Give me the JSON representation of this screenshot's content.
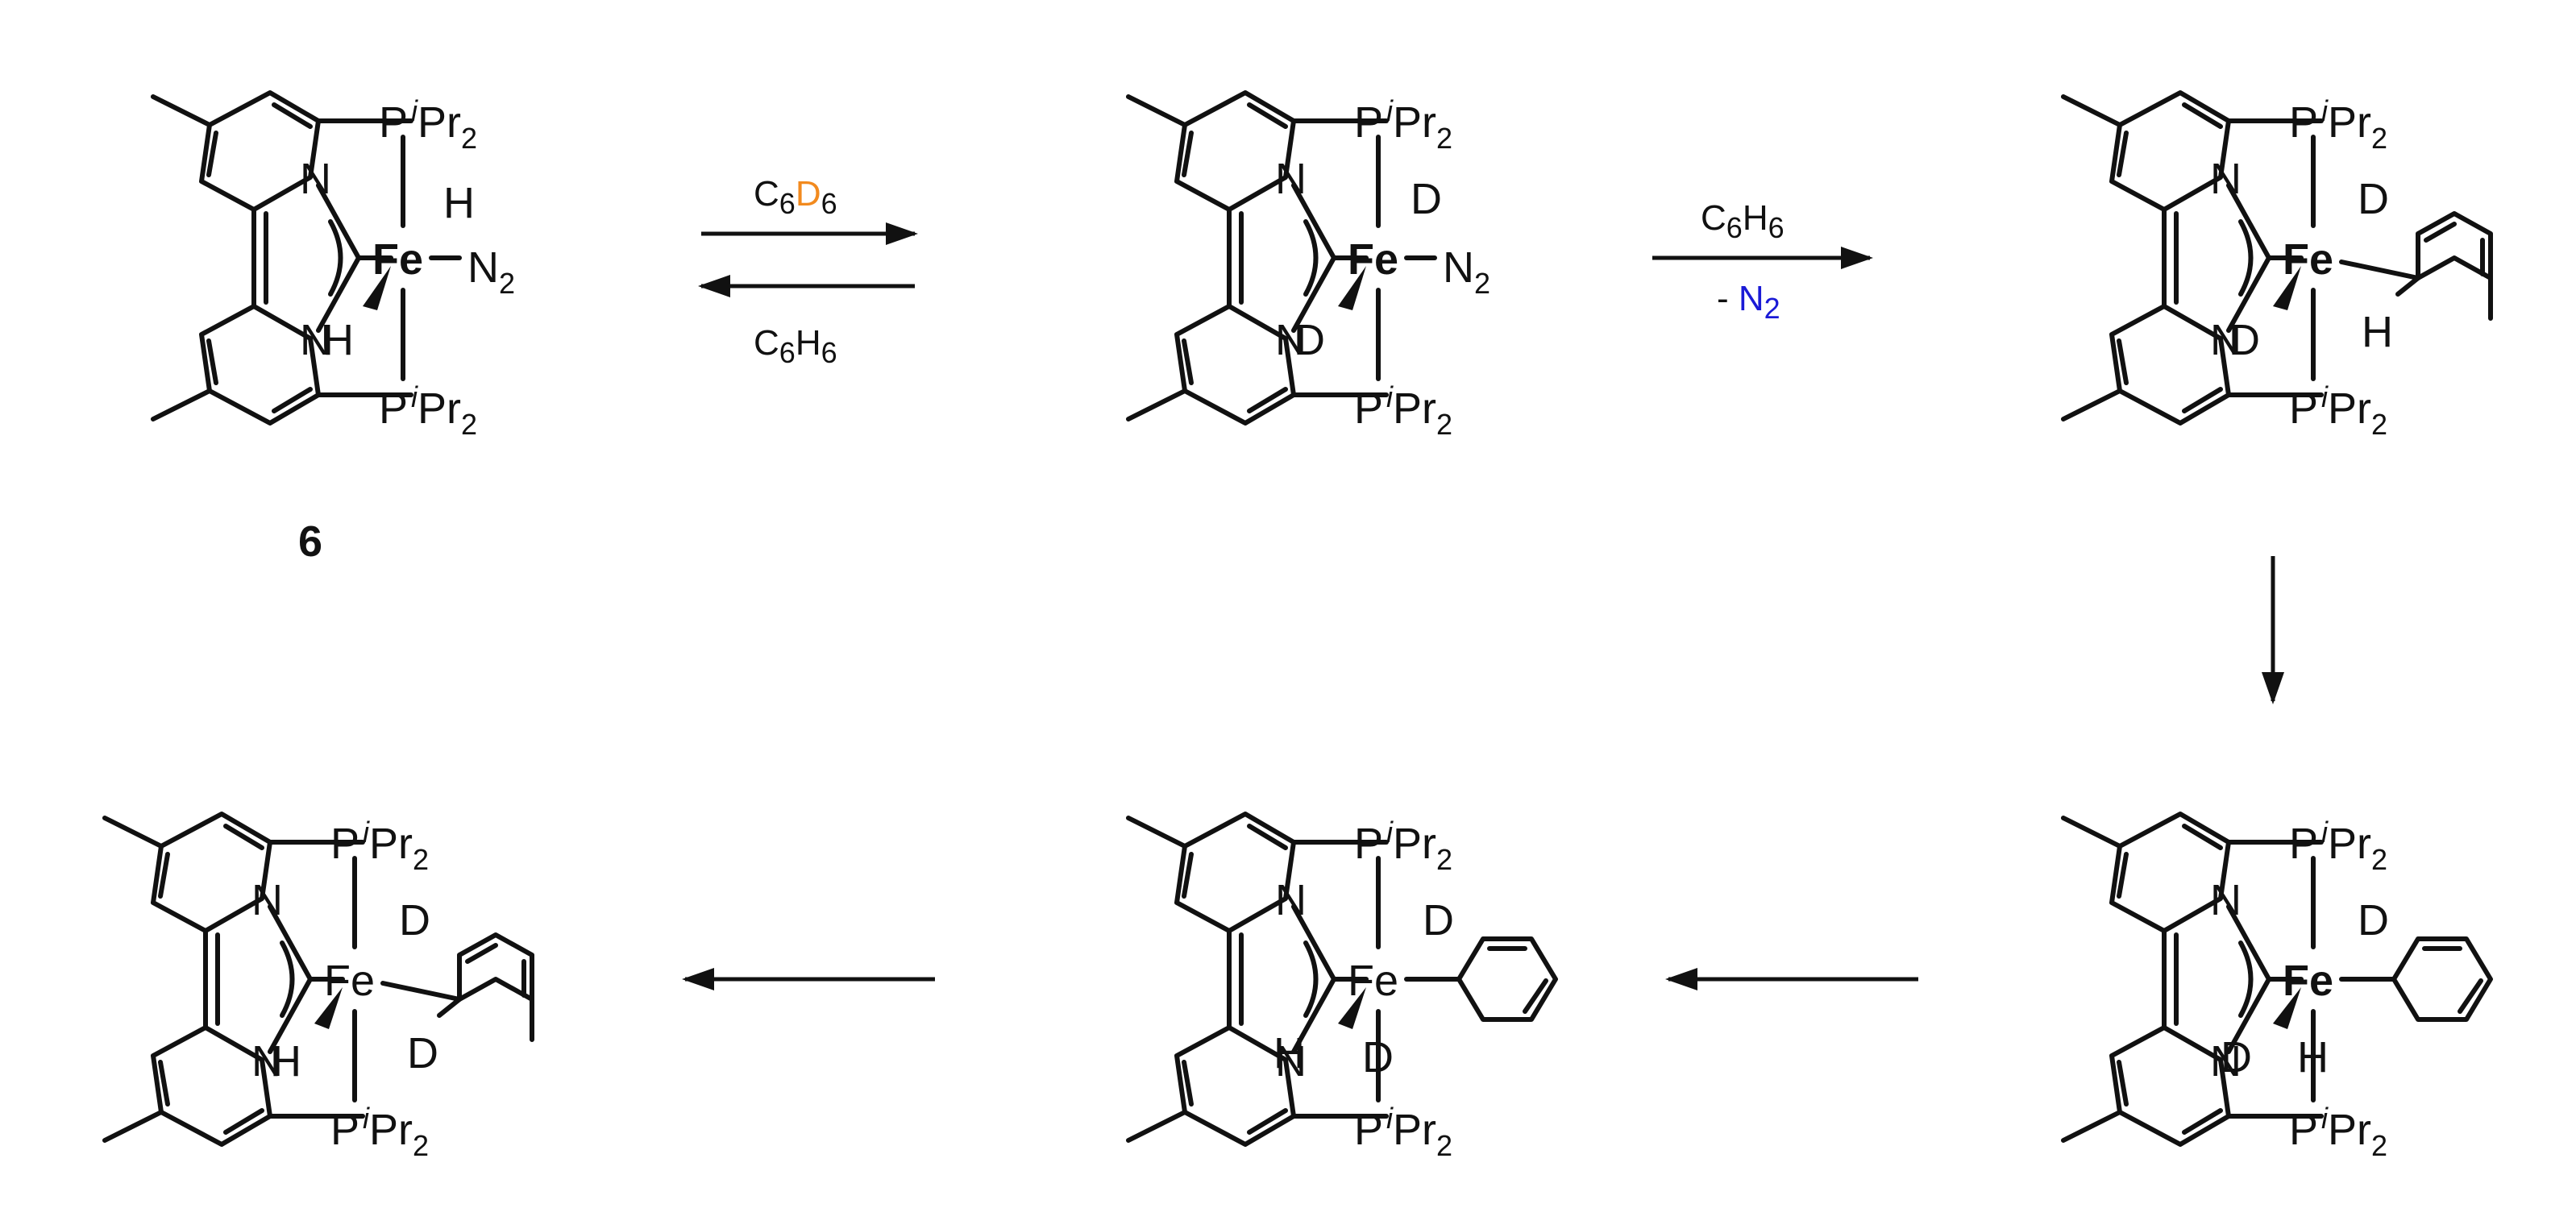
{
  "colors": {
    "phosphorus": "#ee1ee8",
    "nitrogen": "#1a1ad6",
    "deuterium": "#f28a1e",
    "bond": "#111111"
  },
  "atoms": {
    "P": "P",
    "iPr_sup": "i",
    "iPr_rest": "Pr",
    "iPr_sub": "2",
    "N": "N",
    "Fe": "Fe",
    "H": "H",
    "D": "D",
    "N2_main": "N",
    "N2_sub": "2"
  },
  "compound_label": "6",
  "arrows": {
    "forward_reagent": {
      "c1": "C",
      "s1": "6",
      "c2": "D",
      "s2": "6"
    },
    "reverse_reagent": {
      "c1": "C",
      "s1": "6",
      "c2": "H",
      "s2": "6"
    },
    "step2_reagent": {
      "c1": "C",
      "s1": "6",
      "c2": "H",
      "s2": "6"
    },
    "step2_loss": {
      "prefix": "- ",
      "main": "N",
      "sub": "2"
    }
  }
}
